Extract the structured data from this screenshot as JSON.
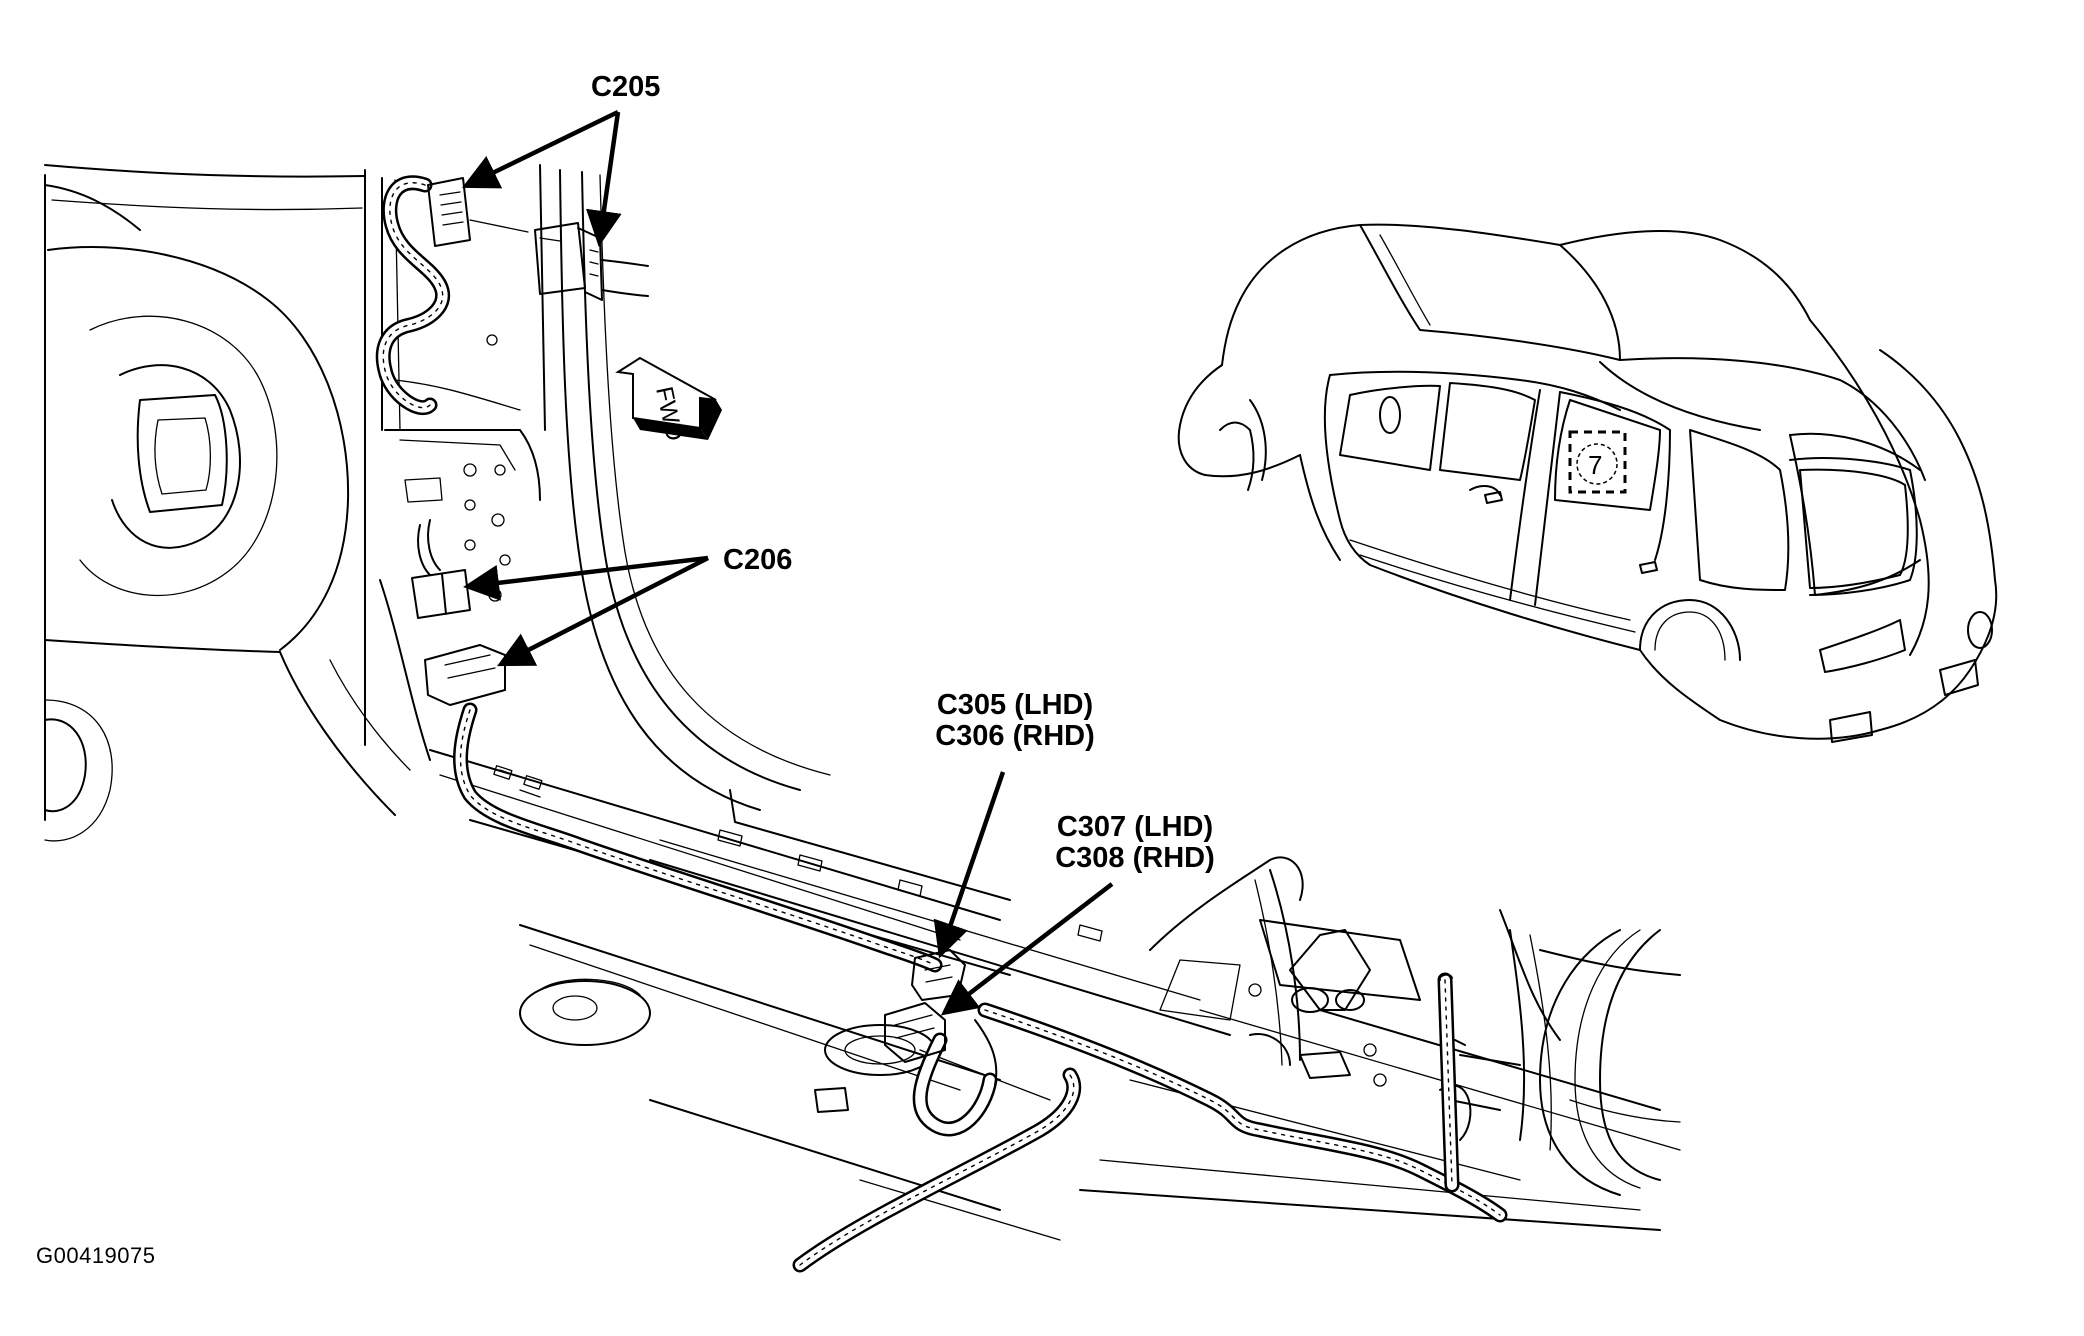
{
  "figure_id": "G00419075",
  "callouts": {
    "c205": "C205",
    "c206": "C206",
    "c305_lhd": "C305 (LHD)",
    "c306_rhd": "C306 (RHD)",
    "c307_lhd": "C307 (LHD)",
    "c308_rhd": "C308 (RHD)"
  },
  "fwd_label": "FWD",
  "locator_badge": "7"
}
